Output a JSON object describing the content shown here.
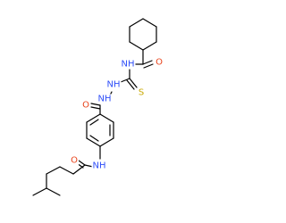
{
  "molecule": {
    "colors": {
      "carbon_bonds": "#000000",
      "nitrogen": "#3050F8",
      "oxygen": "#E8431B",
      "sulfur": "#C8A800"
    },
    "atom_labels": {
      "ketone_oxygen_top": "O",
      "amide_nh_top": "NH",
      "thio_s": "S",
      "hydrazine_nh_upper": "NH",
      "hydrazine_nh_lower": "NH",
      "benzamide_oxygen": "O",
      "anilide_nh": "NH",
      "butanamide_oxygen": "O"
    }
  }
}
